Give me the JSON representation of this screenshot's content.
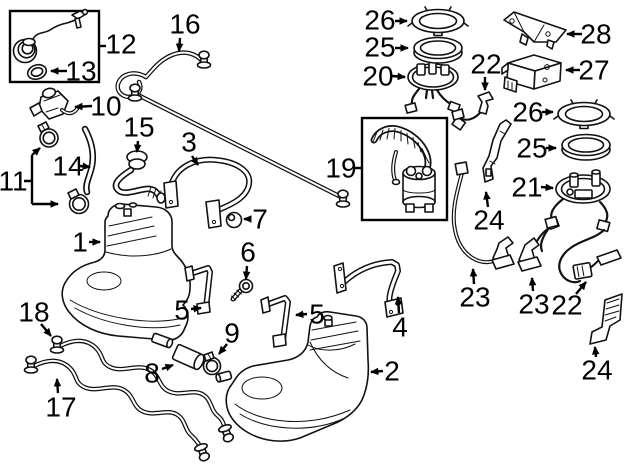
{
  "diagram": {
    "kind": "exploded-parts-diagram",
    "subject": "fuel-tank-and-pump-assembly",
    "background_color": "#ffffff",
    "line_color": "#111111",
    "callouts": [
      {
        "label": "1",
        "part": "fuel-tank-left"
      },
      {
        "label": "2",
        "part": "fuel-tank-right"
      },
      {
        "label": "3",
        "part": "tank-strap-front"
      },
      {
        "label": "4",
        "part": "tank-strap-rear"
      },
      {
        "label": "5",
        "part": "support-bracket-left"
      },
      {
        "label": "5",
        "part": "support-bracket-center"
      },
      {
        "label": "6",
        "part": "mounting-bolt"
      },
      {
        "label": "7",
        "part": "grommet"
      },
      {
        "label": "8",
        "part": "sleeve"
      },
      {
        "label": "9",
        "part": "clamp"
      },
      {
        "label": "10",
        "part": "vent-valve"
      },
      {
        "label": "11",
        "part": "hose-clamps"
      },
      {
        "label": "12",
        "part": "fuel-filler-cap"
      },
      {
        "label": "13",
        "part": "cap-seal-ring"
      },
      {
        "label": "14",
        "part": "filler-hose"
      },
      {
        "label": "15",
        "part": "breather-hose"
      },
      {
        "label": "16",
        "part": "vent-pipe"
      },
      {
        "label": "17",
        "part": "fuel-lines"
      },
      {
        "label": "18",
        "part": "line-grommet"
      },
      {
        "label": "19",
        "part": "fuel-pump"
      },
      {
        "label": "20",
        "part": "fuel-level-sender"
      },
      {
        "label": "21",
        "part": "sender-flange"
      },
      {
        "label": "22",
        "part": "harness-upper"
      },
      {
        "label": "22",
        "part": "harness-lower"
      },
      {
        "label": "23",
        "part": "retaining-clip-left"
      },
      {
        "label": "23",
        "part": "retaining-clip-right"
      },
      {
        "label": "24",
        "part": "bracket-upper"
      },
      {
        "label": "24",
        "part": "strap-lower"
      },
      {
        "label": "25",
        "part": "seal-ring-left"
      },
      {
        "label": "25",
        "part": "seal-ring-right"
      },
      {
        "label": "26",
        "part": "lock-ring-left"
      },
      {
        "label": "26",
        "part": "lock-ring-right"
      },
      {
        "label": "27",
        "part": "control-module"
      },
      {
        "label": "28",
        "part": "module-bracket"
      }
    ]
  }
}
